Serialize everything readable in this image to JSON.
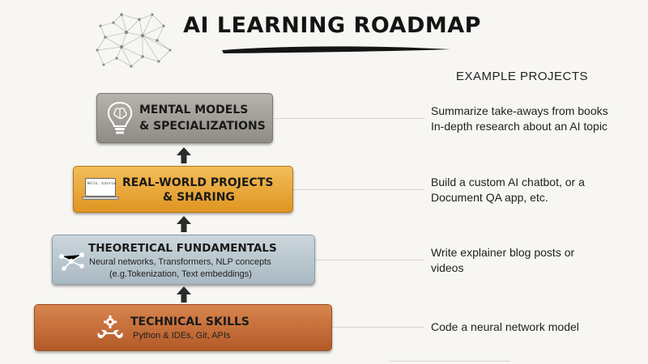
{
  "header": {
    "title": "AI LEARNING ROADMAP",
    "examples_heading": "EXAMPLE PROJECTS"
  },
  "tiers": [
    {
      "title_line1": "MENTAL MODELS",
      "title_line2": "& SPECIALIZATIONS",
      "icon": "lightbulb-brain-icon",
      "color": "#a3a099",
      "example_line1": "Summarize take-aways from books",
      "example_line2": "In-depth research about an AI topic"
    },
    {
      "title_line1": "REAL-WORLD PROJECTS",
      "title_line2": "& SHARING",
      "icon": "laptop-icon",
      "laptop_text": "Hello, tutorial",
      "color": "#eba93b",
      "example_line1": "Build a custom AI chatbot, or a",
      "example_line2": "Document QA app, etc."
    },
    {
      "title": "THEORETICAL FUNDAMENTALS",
      "sub_line1": "Neural networks, Transformers, NLP concepts",
      "sub_line2": "(e.g.Tokenization, Text embeddings)",
      "icon": "network-nodes-icon",
      "color": "#b9c7cf",
      "example_line1": "Write explainer blog posts or",
      "example_line2": "videos"
    },
    {
      "title": "TECHNICAL SKILLS",
      "sub": "Python & IDEs, Git,  APIs",
      "icon": "gear-wrench-icon",
      "color": "#c66f3b",
      "example_line1": "Code a neural network model"
    }
  ]
}
